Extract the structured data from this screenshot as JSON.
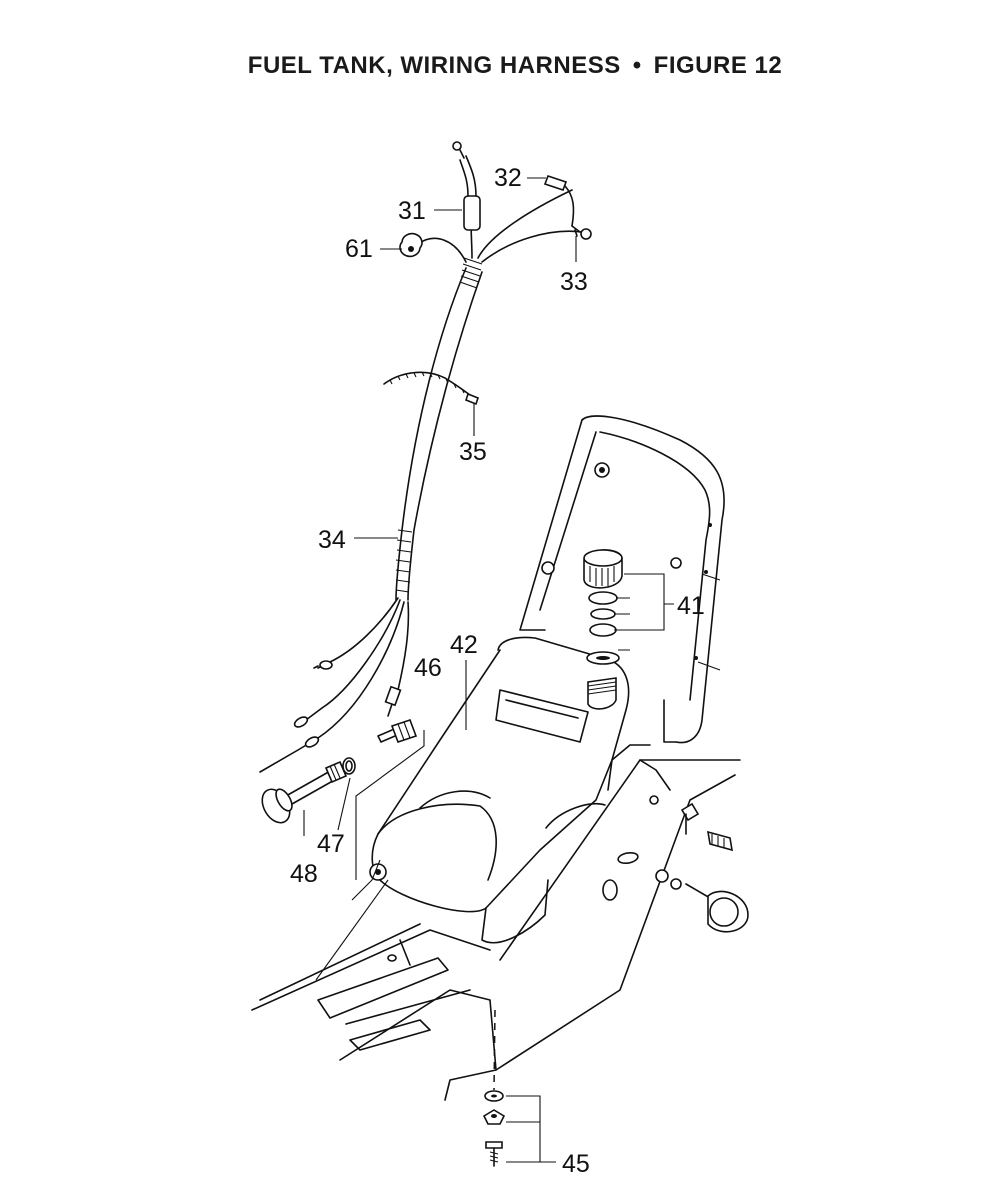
{
  "title": {
    "part_a": "FUEL TANK, WIRING HARNESS",
    "separator": "•",
    "part_b": "FIGURE 12"
  },
  "callouts": {
    "c31": "31",
    "c32": "32",
    "c33": "33",
    "c34": "34",
    "c35": "35",
    "c41": "41",
    "c42": "42",
    "c45": "45",
    "c46": "46",
    "c47": "47",
    "c48": "48",
    "c61": "61"
  }
}
